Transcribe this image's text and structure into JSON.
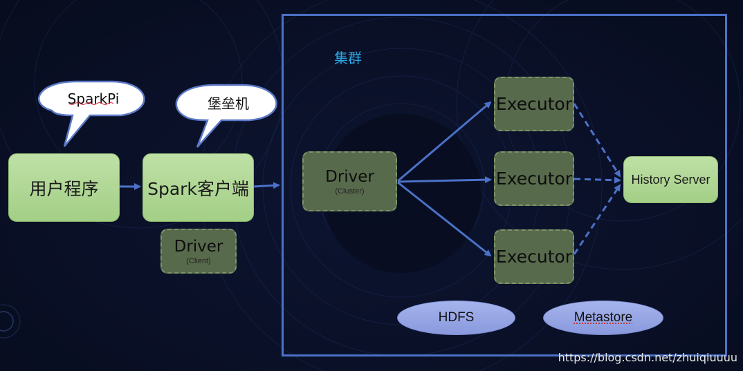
{
  "diagram": {
    "cluster_label": "集群",
    "user_program": {
      "label": "用户程序",
      "bubble": "SparkPi"
    },
    "spark_client": {
      "label": "Spark客户端",
      "bubble": "堡垒机"
    },
    "client_driver": {
      "label": "Driver",
      "sub": "(Client)"
    },
    "cluster_driver": {
      "label": "Driver",
      "sub": "(Cluster)"
    },
    "executors": [
      {
        "label": "Executor"
      },
      {
        "label": "Executor"
      },
      {
        "label": "Executor"
      }
    ],
    "history_server": {
      "label": "History Server"
    },
    "hdfs": {
      "label": "HDFS"
    },
    "metastore": {
      "label": "Metastore"
    }
  },
  "watermark": "https://blog.csdn.net/zhuiqiuuuu",
  "colors": {
    "background": "#0a1027",
    "frame": "#4b72c8",
    "cluster_label": "#2ea7e6",
    "green_box": "#a3cf86",
    "dark_box": "#586a4c",
    "ellipse": "#8999dd",
    "arrow": "#4b72c8"
  }
}
